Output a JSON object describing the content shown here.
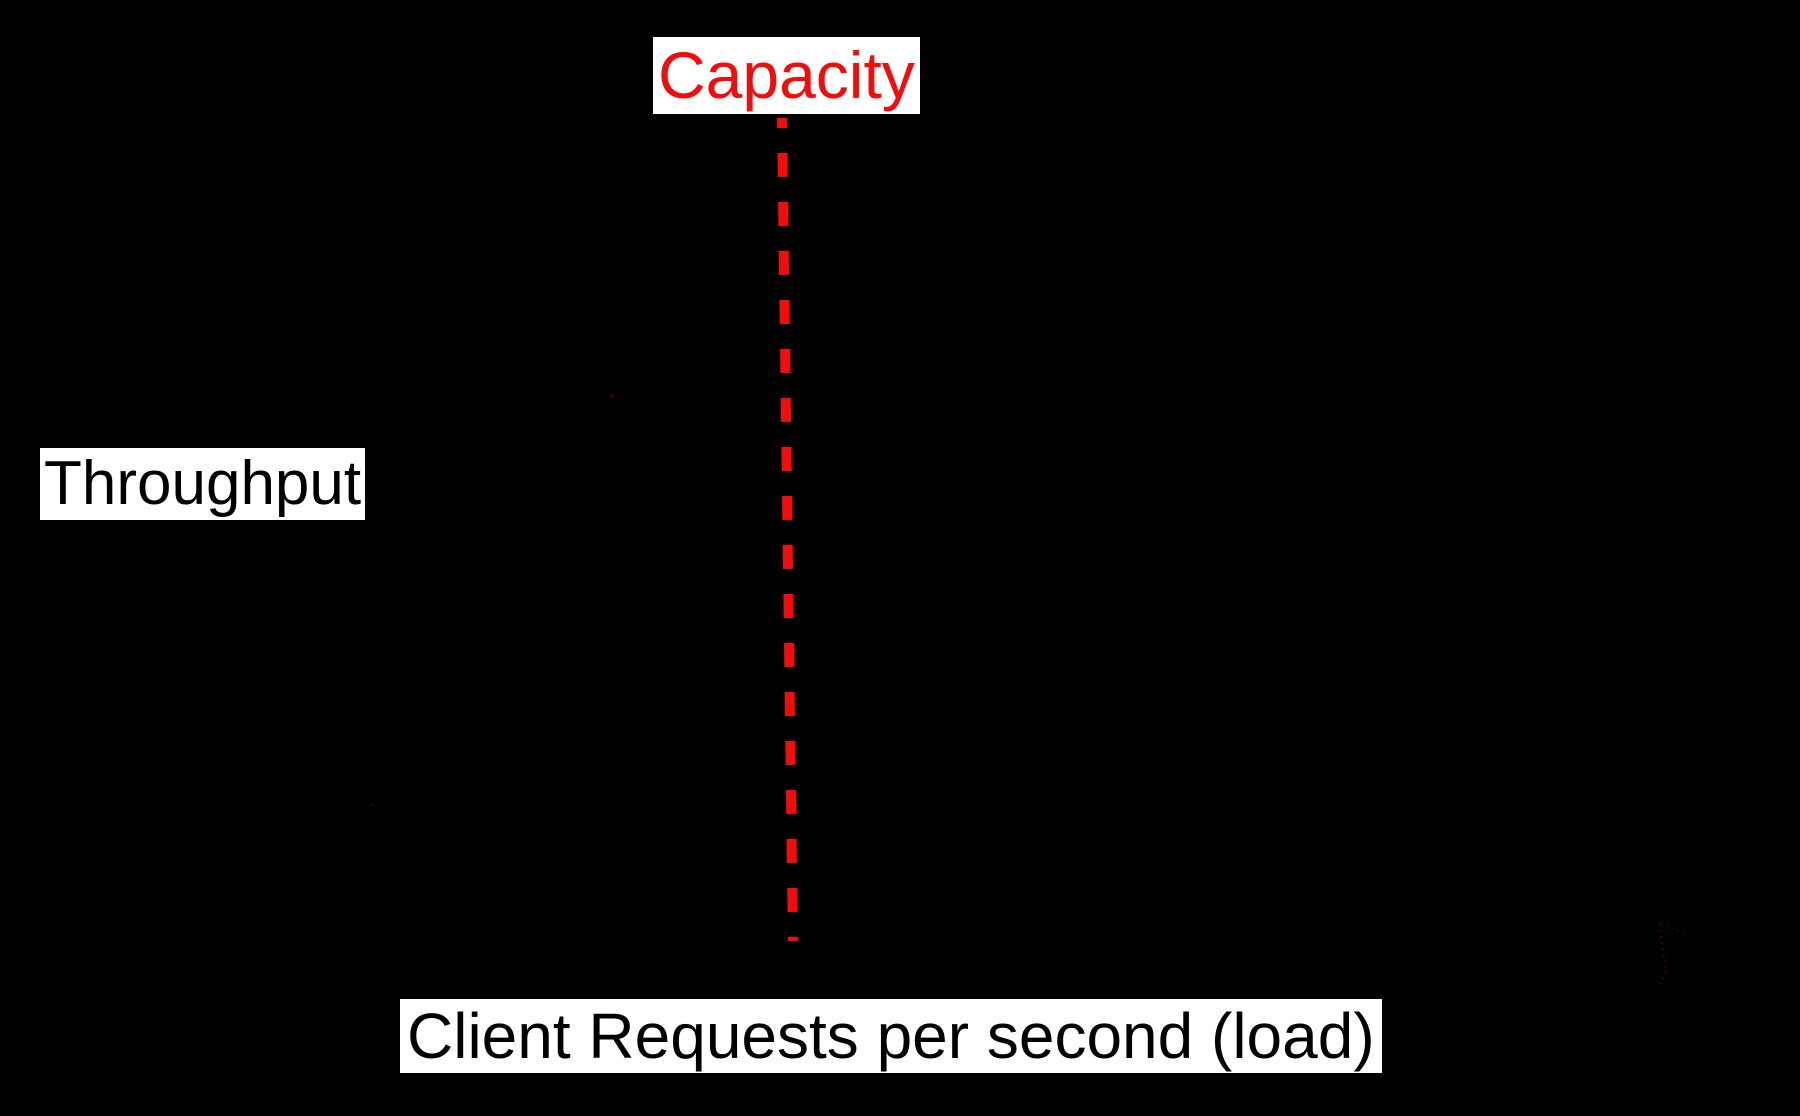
{
  "background_color": "#000000",
  "labels": {
    "capacity": "Capacity",
    "y_axis": "Throughput",
    "x_axis": "Client Requests per second (load)"
  },
  "colors": {
    "capacity_accent": "#f40b0b",
    "label_background": "#ffffff",
    "axis_label_text": "#000000",
    "faint_artifact": "#6e0303"
  },
  "capacity_line": {
    "orientation": "vertical",
    "style": "dashed"
  }
}
